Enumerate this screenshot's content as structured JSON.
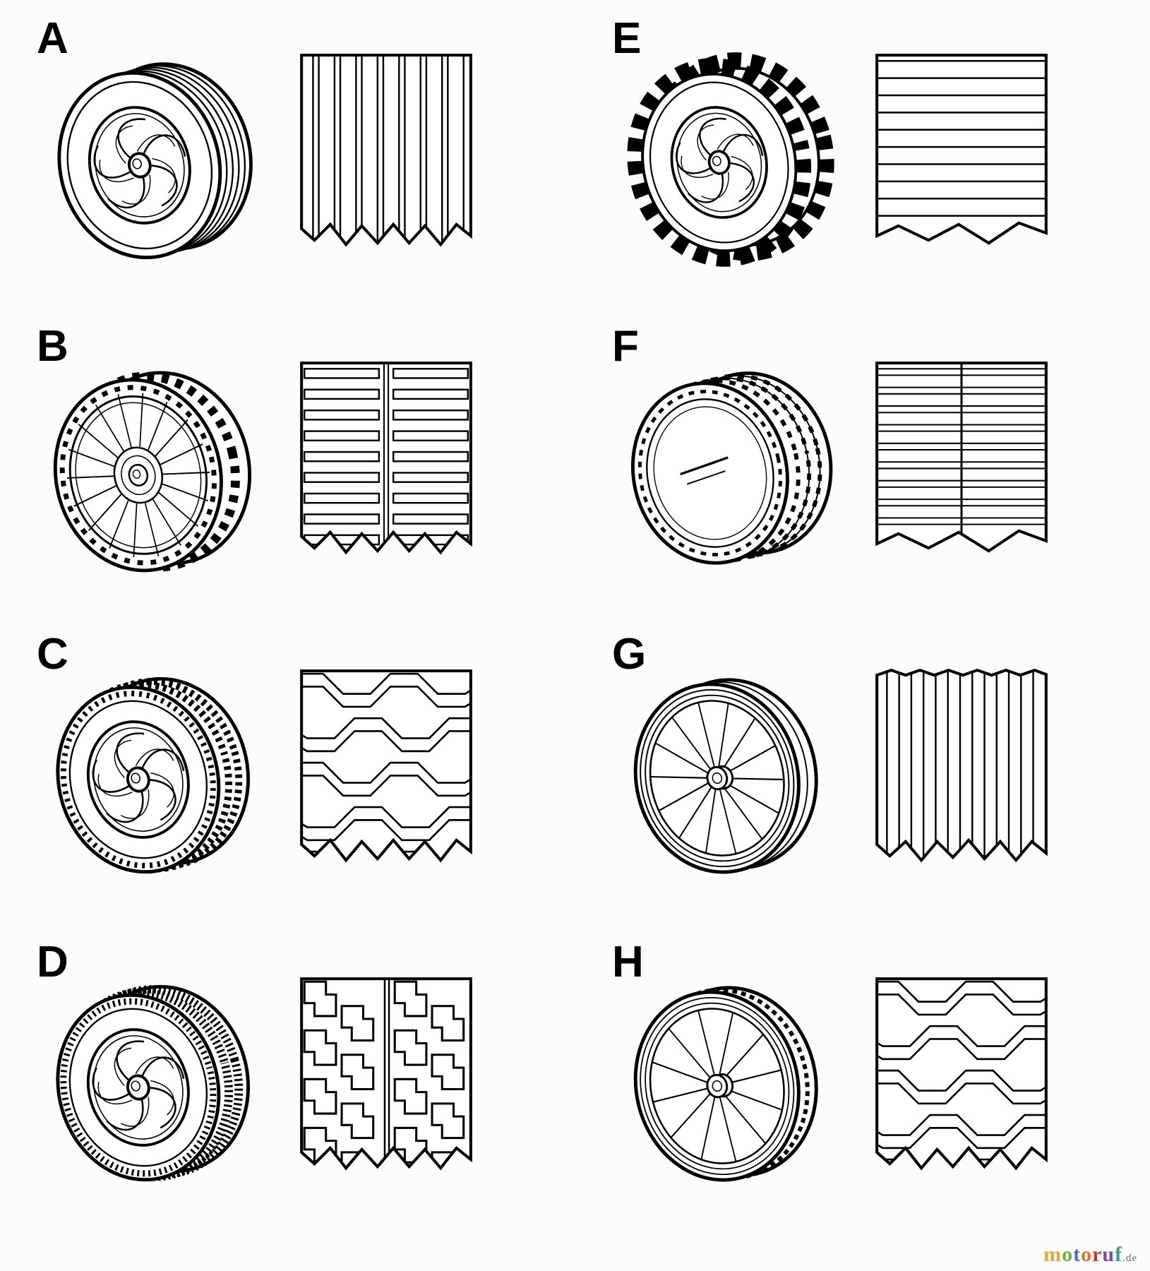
{
  "figures": [
    {
      "label": "A"
    },
    {
      "label": "B"
    },
    {
      "label": "C"
    },
    {
      "label": "D"
    },
    {
      "label": "E"
    },
    {
      "label": "F"
    },
    {
      "label": "G"
    },
    {
      "label": "H"
    }
  ],
  "logo": {
    "letters": [
      {
        "ch": "m",
        "color": "#e8a43c"
      },
      {
        "ch": "o",
        "color": "#6fae3f"
      },
      {
        "ch": "t",
        "color": "#4a6fb5"
      },
      {
        "ch": "o",
        "color": "#e2702a"
      },
      {
        "ch": "r",
        "color": "#c53b31"
      },
      {
        "ch": "u",
        "color": "#6b4fa5"
      },
      {
        "ch": "f",
        "color": "#3da08f"
      }
    ],
    "suffix": ".de",
    "suffix_color": "#6b6b6b"
  },
  "ink": "#000000",
  "background": "#fcfcf8"
}
